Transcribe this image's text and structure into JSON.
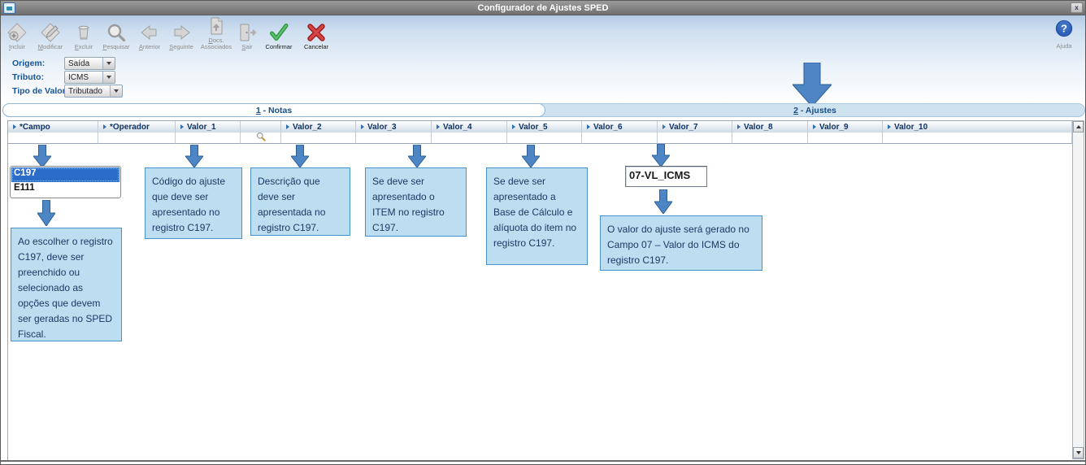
{
  "window": {
    "title": "Configurador de Ajustes SPED",
    "close_label": "x"
  },
  "toolbar": {
    "buttons": [
      {
        "label": "Incluir",
        "icon": "add-record-icon",
        "enabled": false
      },
      {
        "label": "Modificar",
        "icon": "edit-record-icon",
        "enabled": false
      },
      {
        "label": "Excluir",
        "icon": "delete-record-icon",
        "enabled": false
      },
      {
        "label": "Pesquisar",
        "icon": "search-icon",
        "enabled": false
      },
      {
        "label": "Anterior",
        "icon": "previous-arrow-icon",
        "enabled": false
      },
      {
        "label": "Seguinte",
        "icon": "next-arrow-icon",
        "enabled": false
      },
      {
        "label": "Docs. Associados",
        "icon": "associated-docs-icon",
        "enabled": false
      },
      {
        "label": "Sair",
        "icon": "exit-door-icon",
        "enabled": false
      },
      {
        "label": "Confirmar",
        "icon": "confirm-check-icon",
        "enabled": true
      },
      {
        "label": "Cancelar",
        "icon": "cancel-x-icon",
        "enabled": true
      }
    ],
    "help_label": "Ajuda"
  },
  "form": {
    "fields": [
      {
        "label": "Origem:",
        "value": "Saída"
      },
      {
        "label": "Tributo:",
        "value": "ICMS"
      },
      {
        "label": "Tipo de Valor:",
        "value": "Tributado"
      }
    ]
  },
  "tabs": [
    {
      "number": "1",
      "rest": " - Notas",
      "active": true
    },
    {
      "number": "2",
      "rest": " - Ajustes",
      "active": false
    }
  ],
  "grid": {
    "columns": [
      "*Campo",
      "*Operador",
      "Valor_1",
      "",
      "Valor_2",
      "Valor_3",
      "Valor_4",
      "Valor_5",
      "Valor_6",
      "Valor_7",
      "Valor_8",
      "Valor_9",
      "Valor_10"
    ]
  },
  "annotations": {
    "listbox": {
      "items": [
        {
          "label": "C197",
          "selected": true
        },
        {
          "label": "E111",
          "selected": false
        }
      ]
    },
    "value_field": "07-VL_ICMS",
    "callouts": [
      "Ao escolher o registro C197, deve ser preenchido ou selecionado as opções que devem ser geradas no SPED Fiscal.",
      "Código do ajuste que deve ser apresentado no registro C197.",
      "Descrição que deve ser apresentada no registro C197.",
      "Se deve ser apresentado o ITEM no registro C197.",
      "Se deve ser apresentado a Base de Cálculo e alíquota do item no registro C197.",
      "O valor do ajuste será gerado no Campo 07 – Valor do ICMS do registro C197."
    ]
  },
  "colors": {
    "arrow_blue": "#4e85c4",
    "callout_bg": "#bdddf0",
    "callout_border": "#4791c8",
    "selection_blue": "#2a6cc8",
    "label_blue": "#15549a"
  }
}
